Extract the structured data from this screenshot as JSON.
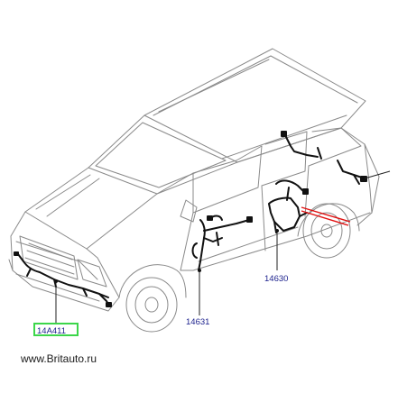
{
  "diagram": {
    "callouts": {
      "front_harness": "14A411",
      "front_door": "14631",
      "rear_door": "14630"
    },
    "highlight_color": "#3cd64a",
    "callout_color": "#1a1f8c",
    "marker_color": "#e01010"
  },
  "footer": {
    "website": "www.Britauto.ru"
  }
}
